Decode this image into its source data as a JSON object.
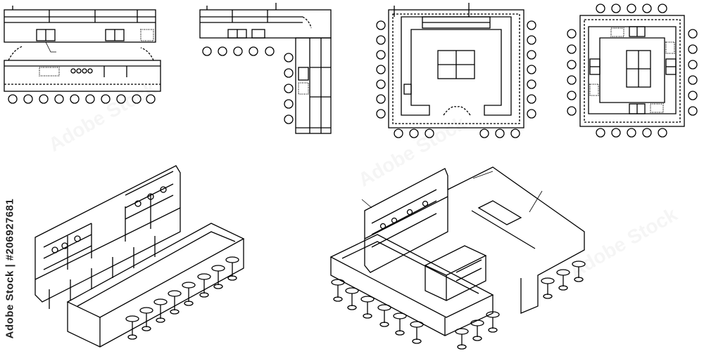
{
  "stock_id": "Adobe Stock | #206927681",
  "watermark_text": "Adobe Stock",
  "colors": {
    "line": "#000000",
    "background": "#ffffff"
  },
  "views": [
    {
      "name": "plan-straight-bar"
    },
    {
      "name": "plan-l-shaped-bar"
    },
    {
      "name": "plan-u-shaped-bar"
    },
    {
      "name": "plan-island-bar"
    },
    {
      "name": "isometric-straight-bar"
    },
    {
      "name": "isometric-u-shaped-bar"
    }
  ]
}
